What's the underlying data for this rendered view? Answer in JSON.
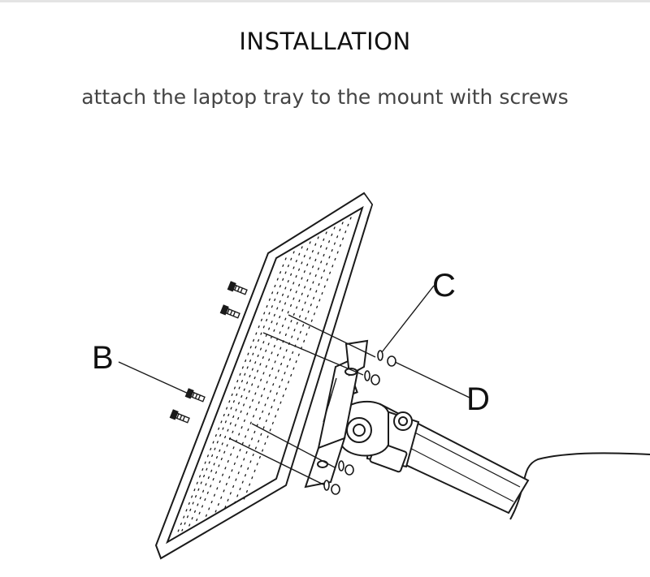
{
  "header": {
    "title": "INSTALLATION",
    "subtitle": "attach the laptop tray to the mount with screws"
  },
  "diagram": {
    "callouts": {
      "b": "B",
      "c": "C",
      "d": "D"
    },
    "line_color": "#1a1a1a"
  }
}
